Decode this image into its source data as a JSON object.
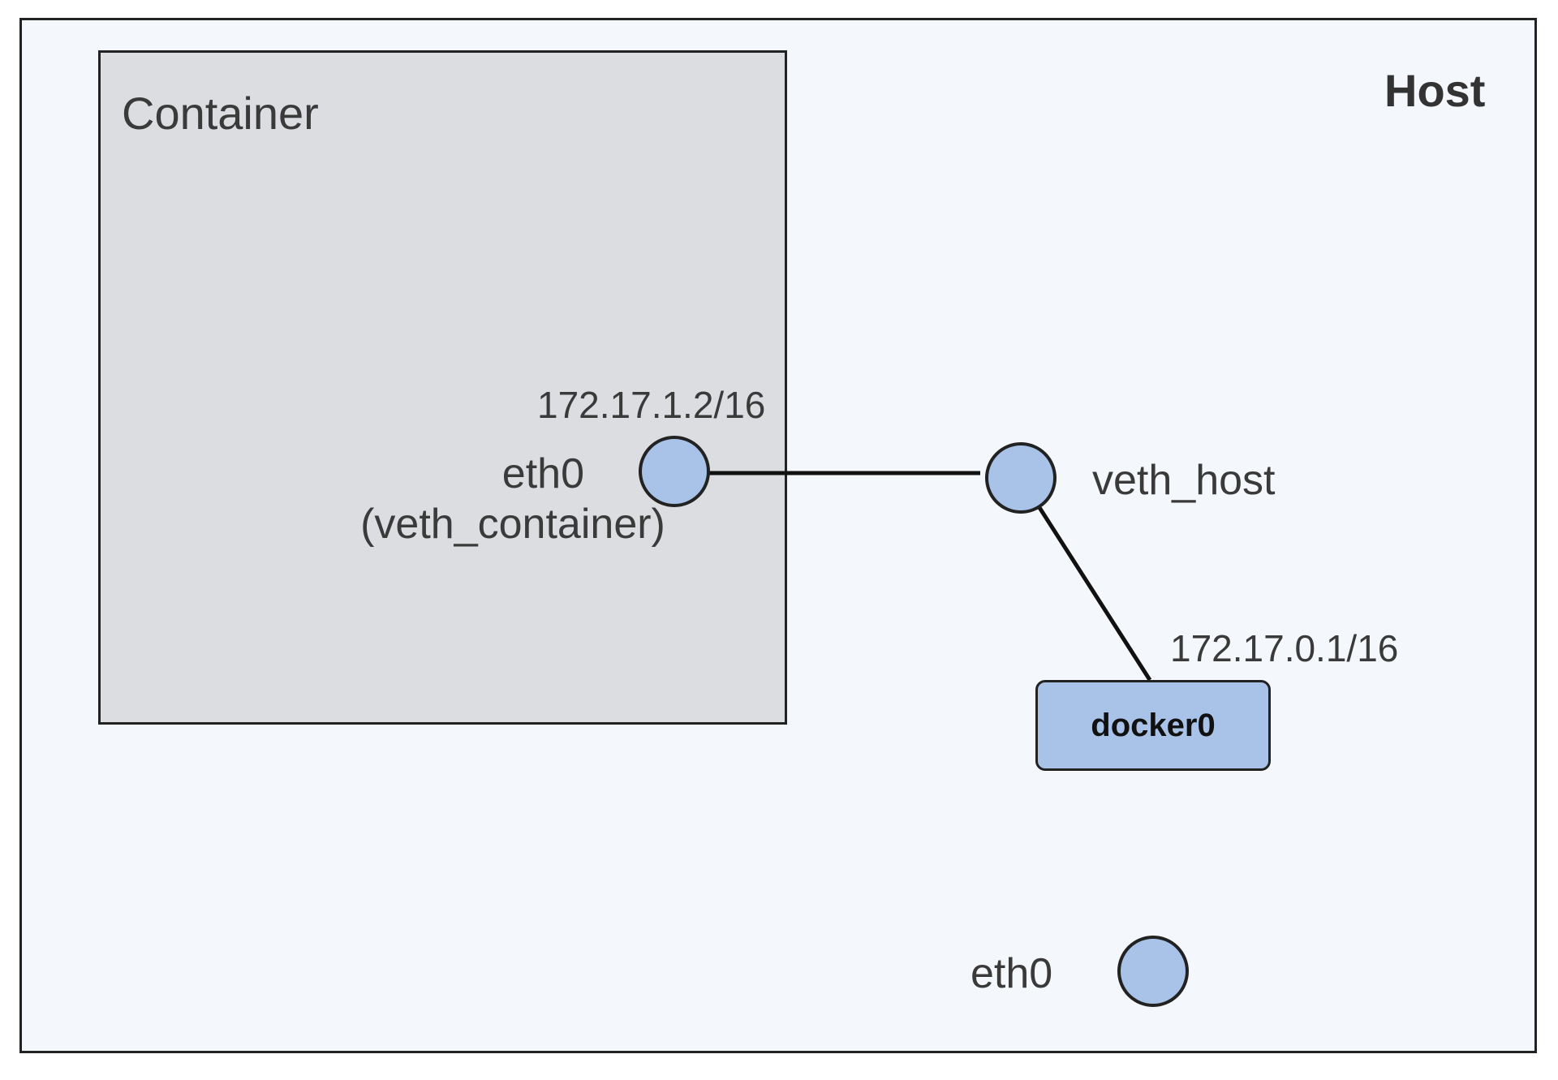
{
  "host": {
    "title": "Host"
  },
  "container": {
    "title": "Container",
    "interface": {
      "name": "eth0",
      "alias": "(veth_container)",
      "ip": "172.17.1.2/16"
    }
  },
  "veth_host": {
    "name": "veth_host"
  },
  "bridge": {
    "name": "docker0",
    "ip": "172.17.0.1/16"
  },
  "host_interface": {
    "name": "eth0"
  },
  "colors": {
    "host_background": "#f4f7fc",
    "container_background": "#dcdde0",
    "node_fill": "#a9c2e8",
    "stroke": "#222222",
    "text": "#3a3a3a"
  }
}
